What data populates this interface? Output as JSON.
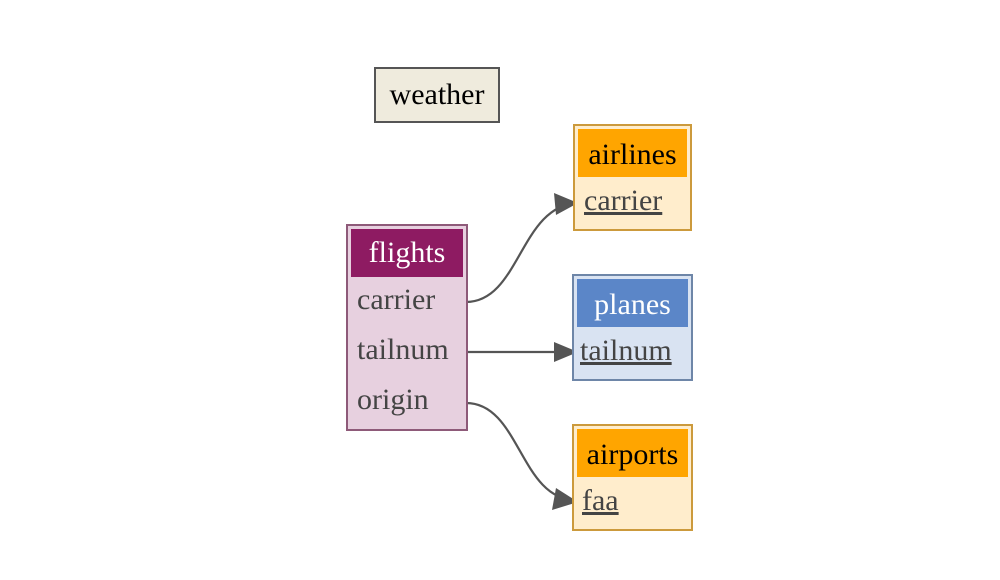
{
  "colors": {
    "weather_fill": "#EFEBDD",
    "weather_border": "#555555",
    "flights_header": "#8E1B62",
    "flights_fill": "#E7D0DF",
    "flights_border": "#8E5A79",
    "airlines_header": "#FFA500",
    "airlines_fill": "#FFEDCC",
    "airlines_border": "#CC9A3C",
    "planes_header": "#5B86C8",
    "planes_fill": "#D9E3F2",
    "planes_border": "#6E86A8",
    "airports_header": "#FFA500",
    "airports_fill": "#FFEDCC",
    "airports_border": "#CC9A3C",
    "edge": "#555555"
  },
  "tables": {
    "weather": {
      "name": "weather"
    },
    "flights": {
      "name": "flights",
      "columns": [
        "carrier",
        "tailnum",
        "origin"
      ]
    },
    "airlines": {
      "name": "airlines",
      "columns": [
        "carrier"
      ]
    },
    "planes": {
      "name": "planes",
      "columns": [
        "tailnum"
      ]
    },
    "airports": {
      "name": "airports",
      "columns": [
        "faa"
      ]
    }
  },
  "relations": [
    {
      "from": "flights.carrier",
      "to": "airlines.carrier"
    },
    {
      "from": "flights.tailnum",
      "to": "planes.tailnum"
    },
    {
      "from": "flights.origin",
      "to": "airports.faa"
    }
  ]
}
